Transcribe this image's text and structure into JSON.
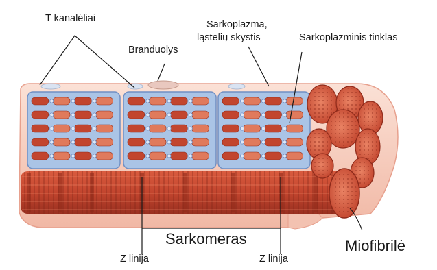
{
  "labels": {
    "t_tubules": "T kanalėliai",
    "nucleus": "Branduolys",
    "sarcoplasm_line1": "Sarkoplazma,",
    "sarcoplasm_line2": "ląstelių skystis",
    "sarcoplasmic_reticulum": "Sarkoplazminis tinklas",
    "sarcomere": "Sarkomeras",
    "z_line_left": "Z linija",
    "z_line_right": "Z linija",
    "myofibril": "Miofibrilė"
  },
  "colors": {
    "membrane": "#f4c3b3",
    "membrane_edge": "#e7a08d",
    "muscle_red": "#c2452e",
    "muscle_dark": "#8e2a1a",
    "muscle_light": "#e07a5c",
    "reticulum_blue": "#aac4e6",
    "reticulum_edge": "#6f8fc4",
    "leader_line": "#1a1a1a"
  }
}
